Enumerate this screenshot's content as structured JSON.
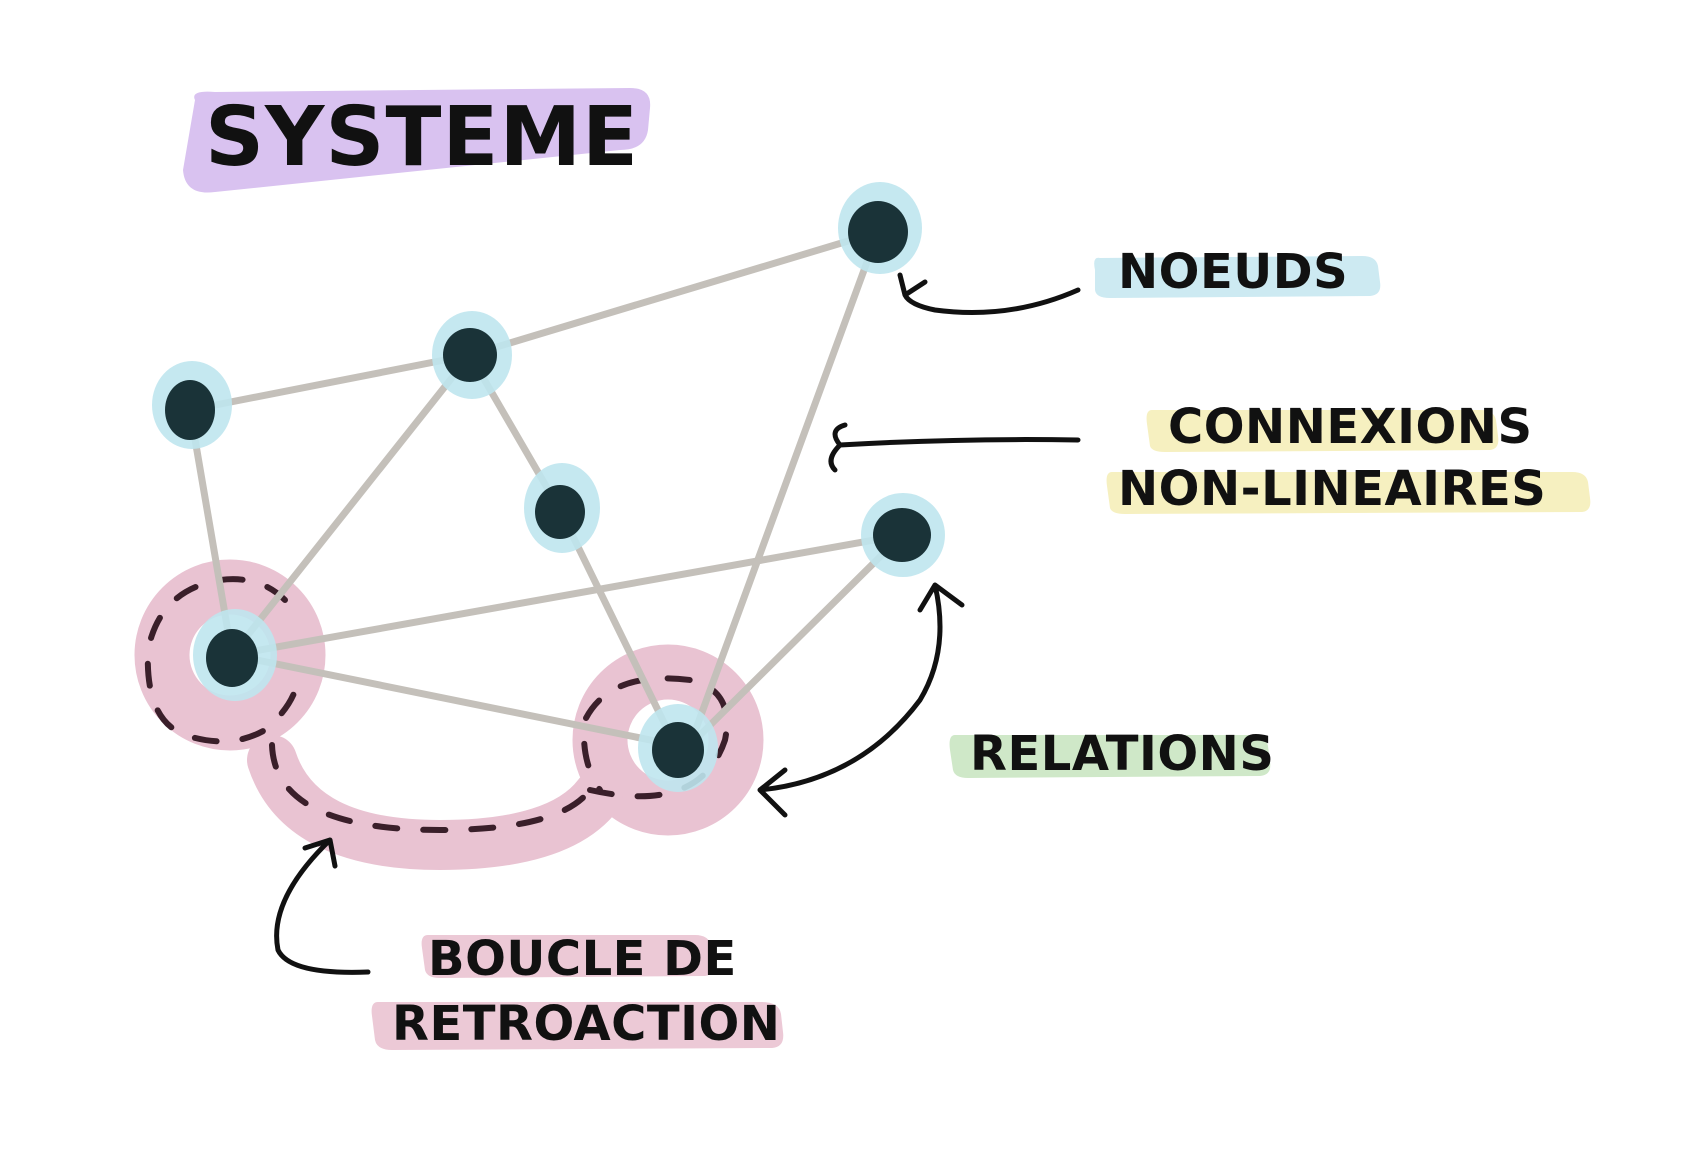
{
  "title": "SYSTEME",
  "labels": {
    "nodes": "NOEUDS",
    "connections_line1": "CONNEXIONS",
    "connections_line2": "NON-LINEAIRES",
    "relations": "RELATIONS",
    "feedback_line1": "BOUCLE DE",
    "feedback_line2": "RETROACTION"
  },
  "colors": {
    "title_highlight": "#d9c2f0",
    "nodes_highlight": "#cdeaf2",
    "connections_highlight": "#f6f0c0",
    "relations_highlight": "#cfe8c8",
    "feedback_highlight": "#ecc9d6",
    "node_fill": "#1a3338",
    "node_halo": "#bfe6ee",
    "edge": "#c4c0ba",
    "loop_band": "#e9c3d2",
    "loop_dash": "#3a1f2a"
  }
}
